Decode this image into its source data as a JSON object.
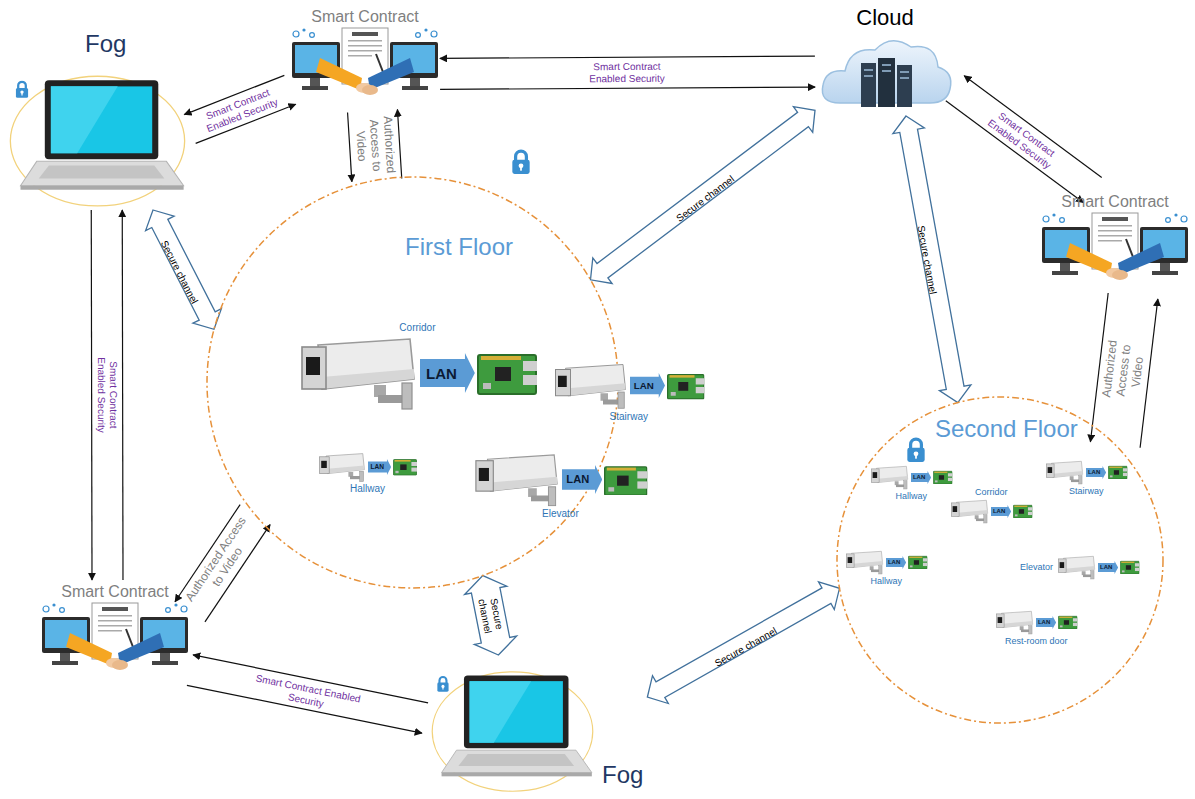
{
  "diagram": {
    "nodes": [
      {
        "text": [
          "Smart Contract"
        ]
      },
      {
        "text": [
          "Cloud"
        ]
      },
      {
        "text": [
          "Fog"
        ]
      },
      {
        "text": [
          "First Floor"
        ]
      },
      {
        "text": [
          "Corridor",
          "LAN"
        ],
        "in": 3
      },
      {
        "text": [
          "Stairway",
          "LAN"
        ],
        "in": 3
      },
      {
        "text": [
          "Hallway",
          "LAN"
        ],
        "in": 3
      },
      {
        "text": [
          "Elevator",
          "LAN"
        ],
        "in": 3
      },
      {
        "text": [
          "Smart Contract"
        ]
      },
      {
        "text": [
          "Second Floor"
        ]
      },
      {
        "text": [
          "Hallway",
          "LAN"
        ],
        "in": 9
      },
      {
        "text": [
          "Corridor",
          "LAN"
        ],
        "in": 9
      },
      {
        "text": [
          "Stairway",
          "LAN"
        ],
        "in": 9
      },
      {
        "text": [
          "Hallway",
          "LAN"
        ],
        "in": 9
      },
      {
        "text": [
          "Elevator",
          "LAN"
        ],
        "in": 9
      },
      {
        "text": [
          "Rest-room door",
          "LAN"
        ],
        "in": 9
      },
      {
        "text": [
          "Smart Contract"
        ]
      },
      {
        "text": [
          "Fog"
        ]
      }
    ],
    "edges": [
      {
        "from": 0,
        "to": 1,
        "arrow": "both",
        "label": "Smart Contract Enabled Security"
      },
      {
        "from": 0,
        "to": 2,
        "arrow": "both",
        "label": "Smart Contract Enabled Security"
      },
      {
        "from": 0,
        "to": 3,
        "arrow": "both",
        "label": "Authorized Access to Video"
      },
      {
        "from": 2,
        "to": 3,
        "arrow": "both",
        "label": "Secure channel"
      },
      {
        "from": 2,
        "to": 16,
        "arrow": "both",
        "label": "Smart Contract Enabled Security"
      },
      {
        "from": 16,
        "to": 3,
        "arrow": "both",
        "label": "Authorized Access to Video"
      },
      {
        "from": 16,
        "to": 17,
        "arrow": "both",
        "label": "Smart Contract Enabled Security"
      },
      {
        "from": 17,
        "to": 3,
        "arrow": "both",
        "label": "Secure channel"
      },
      {
        "from": 17,
        "to": 9,
        "arrow": "both",
        "label": "Secure channel"
      },
      {
        "from": 1,
        "to": 3,
        "arrow": "both",
        "label": "Secure channel"
      },
      {
        "from": 1,
        "to": 9,
        "arrow": "both",
        "label": "Secure channel"
      },
      {
        "from": 1,
        "to": 8,
        "arrow": "both",
        "label": "Smart Contract Enabled Security"
      },
      {
        "from": 8,
        "to": 9,
        "arrow": "both",
        "label": "Authorized Access to Video"
      }
    ]
  }
}
